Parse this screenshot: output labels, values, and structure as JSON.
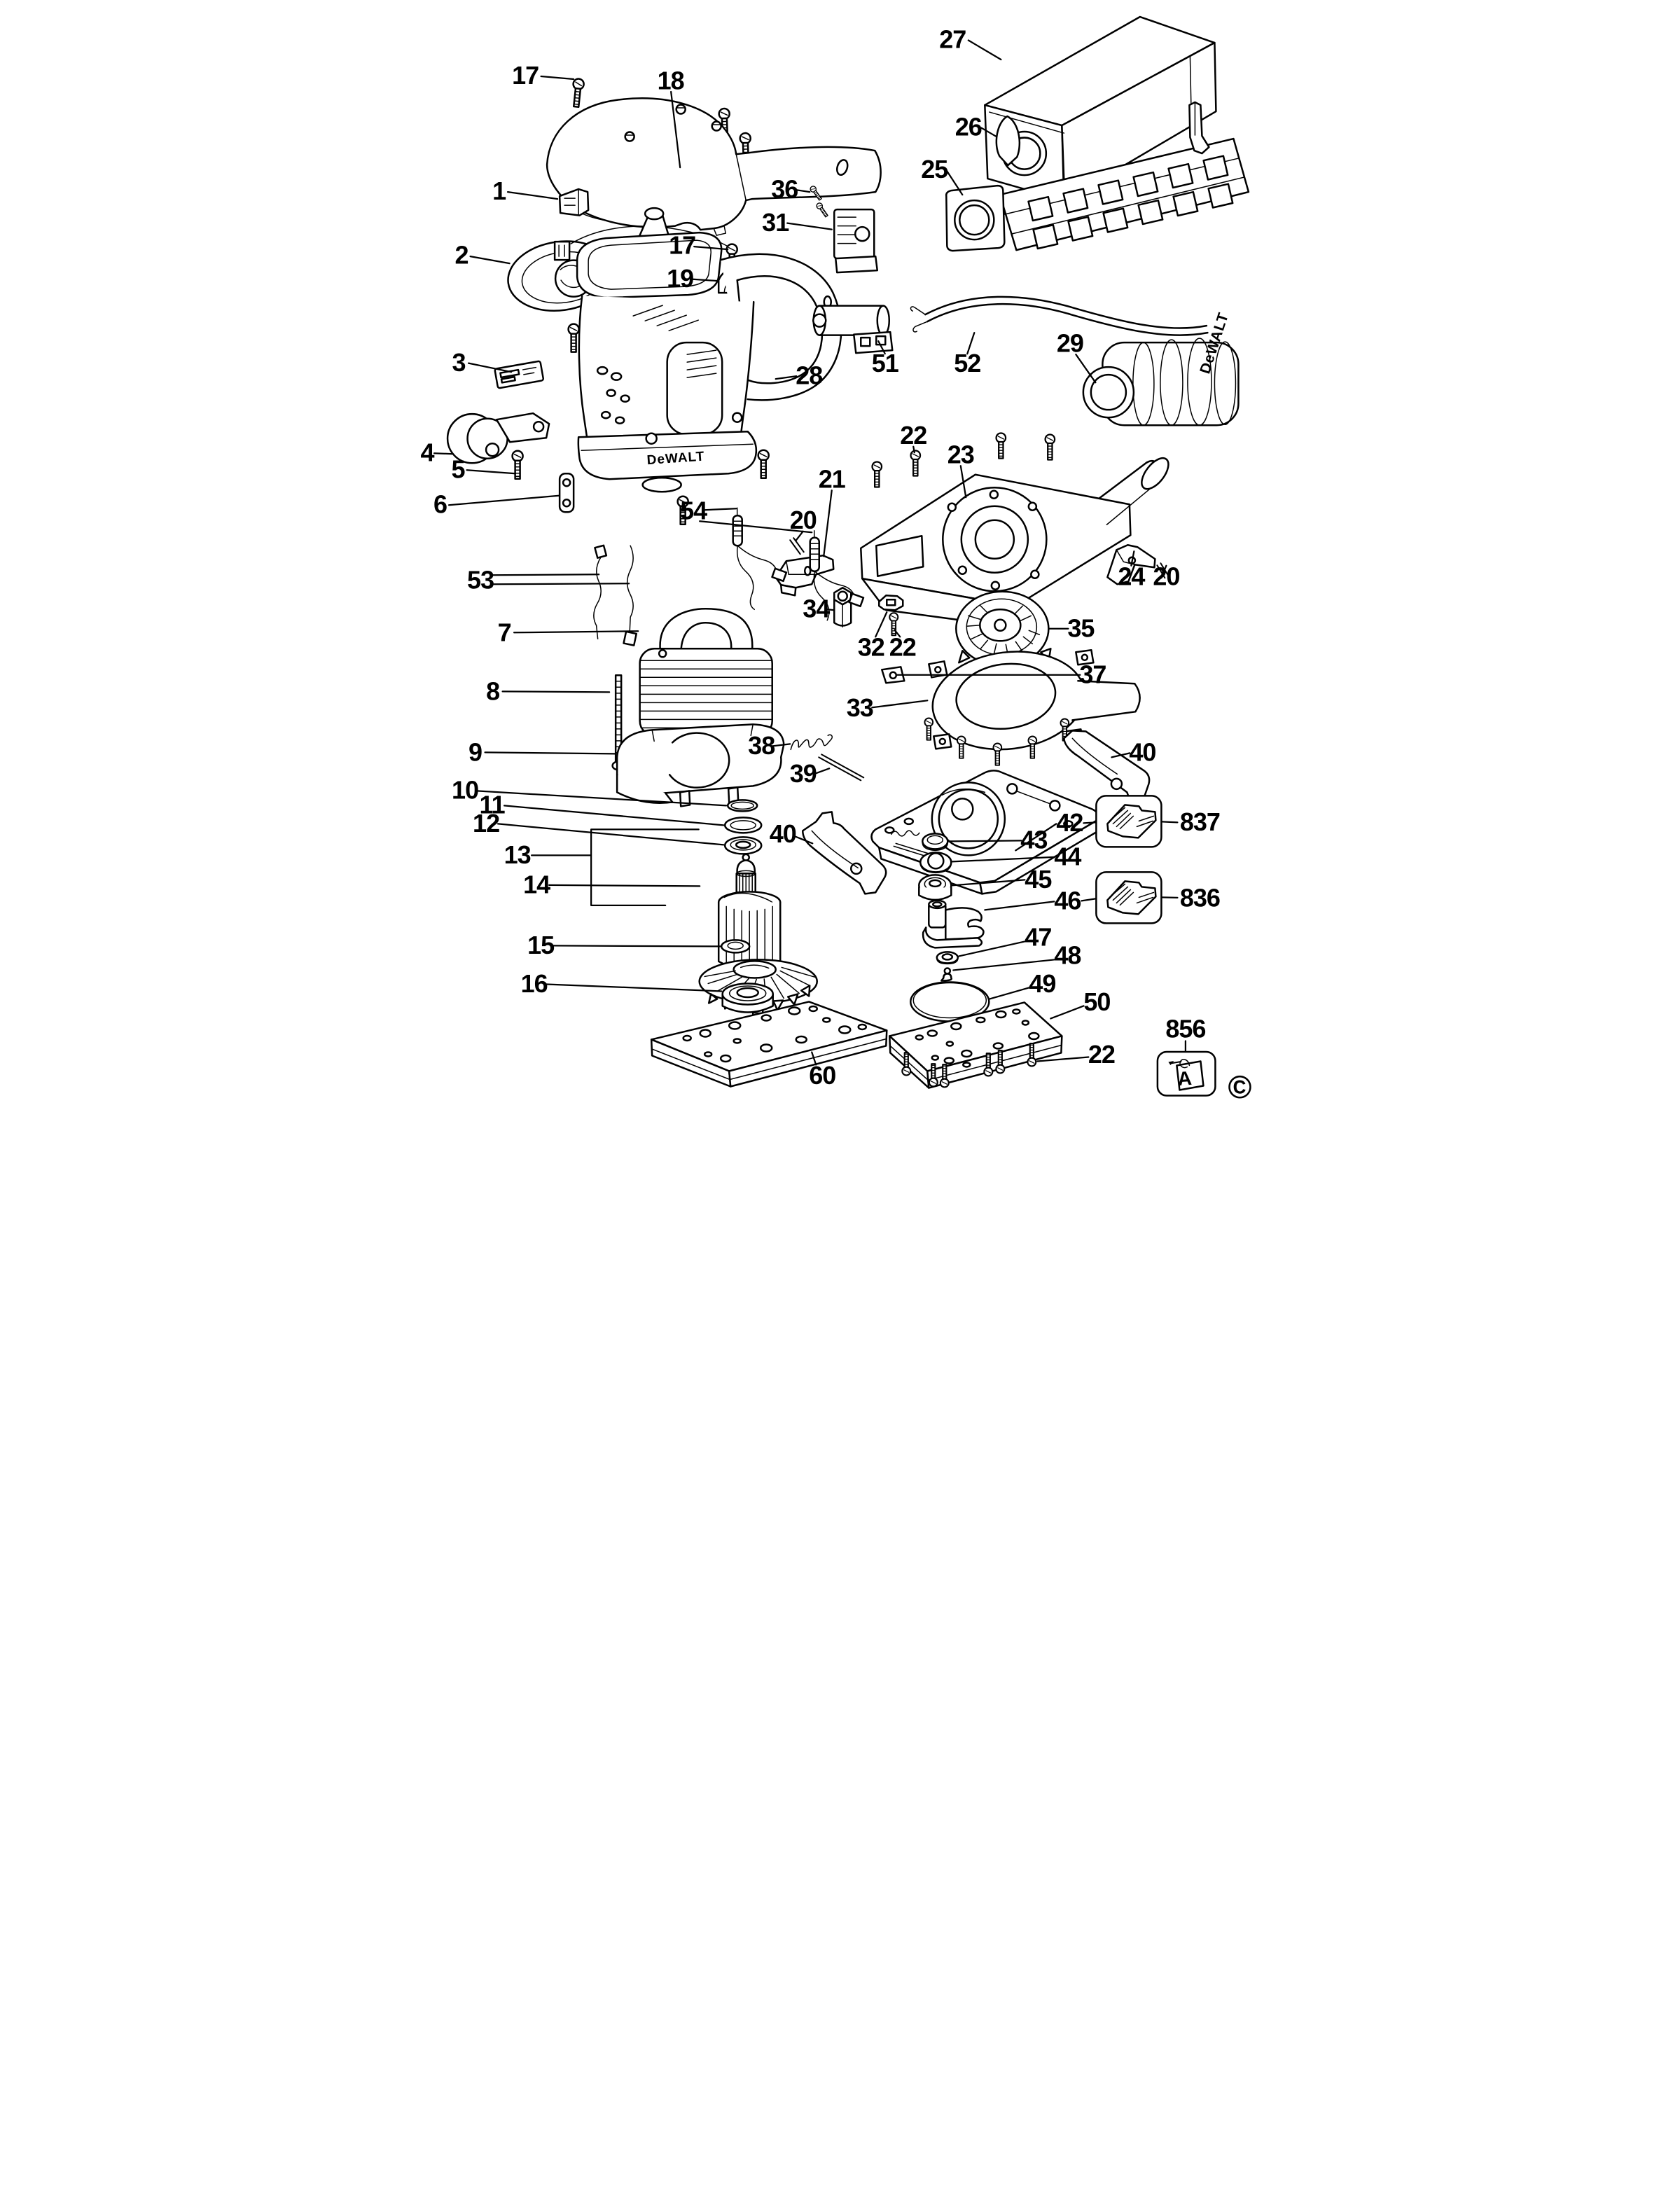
{
  "figure": {
    "type": "exploded-parts-diagram",
    "product_brand": "DeWALT"
  },
  "branding": {
    "housing_logo": "DeWALT",
    "cord_protector_logo": "DeWALT",
    "copyright_symbol": "©"
  },
  "boxed_icons": {
    "kit_856_letter": "A"
  },
  "callouts": [
    {
      "label": "17"
    },
    {
      "label": "18"
    },
    {
      "label": "27"
    },
    {
      "label": "26"
    },
    {
      "label": "25"
    },
    {
      "label": "1"
    },
    {
      "label": "36"
    },
    {
      "label": "31"
    },
    {
      "label": "2"
    },
    {
      "label": "17"
    },
    {
      "label": "19"
    },
    {
      "label": "3"
    },
    {
      "label": "28"
    },
    {
      "label": "51"
    },
    {
      "label": "52"
    },
    {
      "label": "29"
    },
    {
      "label": "4"
    },
    {
      "label": "5"
    },
    {
      "label": "6"
    },
    {
      "label": "54"
    },
    {
      "label": "53"
    },
    {
      "label": "22"
    },
    {
      "label": "23"
    },
    {
      "label": "21"
    },
    {
      "label": "20"
    },
    {
      "label": "24"
    },
    {
      "label": "20"
    },
    {
      "label": "34"
    },
    {
      "label": "32"
    },
    {
      "label": "22"
    },
    {
      "label": "35"
    },
    {
      "label": "7"
    },
    {
      "label": "8"
    },
    {
      "label": "37"
    },
    {
      "label": "33"
    },
    {
      "label": "9"
    },
    {
      "label": "38"
    },
    {
      "label": "40"
    },
    {
      "label": "39"
    },
    {
      "label": "10"
    },
    {
      "label": "11"
    },
    {
      "label": "12"
    },
    {
      "label": "42"
    },
    {
      "label": "837"
    },
    {
      "label": "40"
    },
    {
      "label": "43"
    },
    {
      "label": "44"
    },
    {
      "label": "45"
    },
    {
      "label": "46"
    },
    {
      "label": "836"
    },
    {
      "label": "13"
    },
    {
      "label": "14"
    },
    {
      "label": "47"
    },
    {
      "label": "48"
    },
    {
      "label": "49"
    },
    {
      "label": "15"
    },
    {
      "label": "16"
    },
    {
      "label": "50"
    },
    {
      "label": "856"
    },
    {
      "label": "22"
    },
    {
      "label": "60"
    }
  ]
}
